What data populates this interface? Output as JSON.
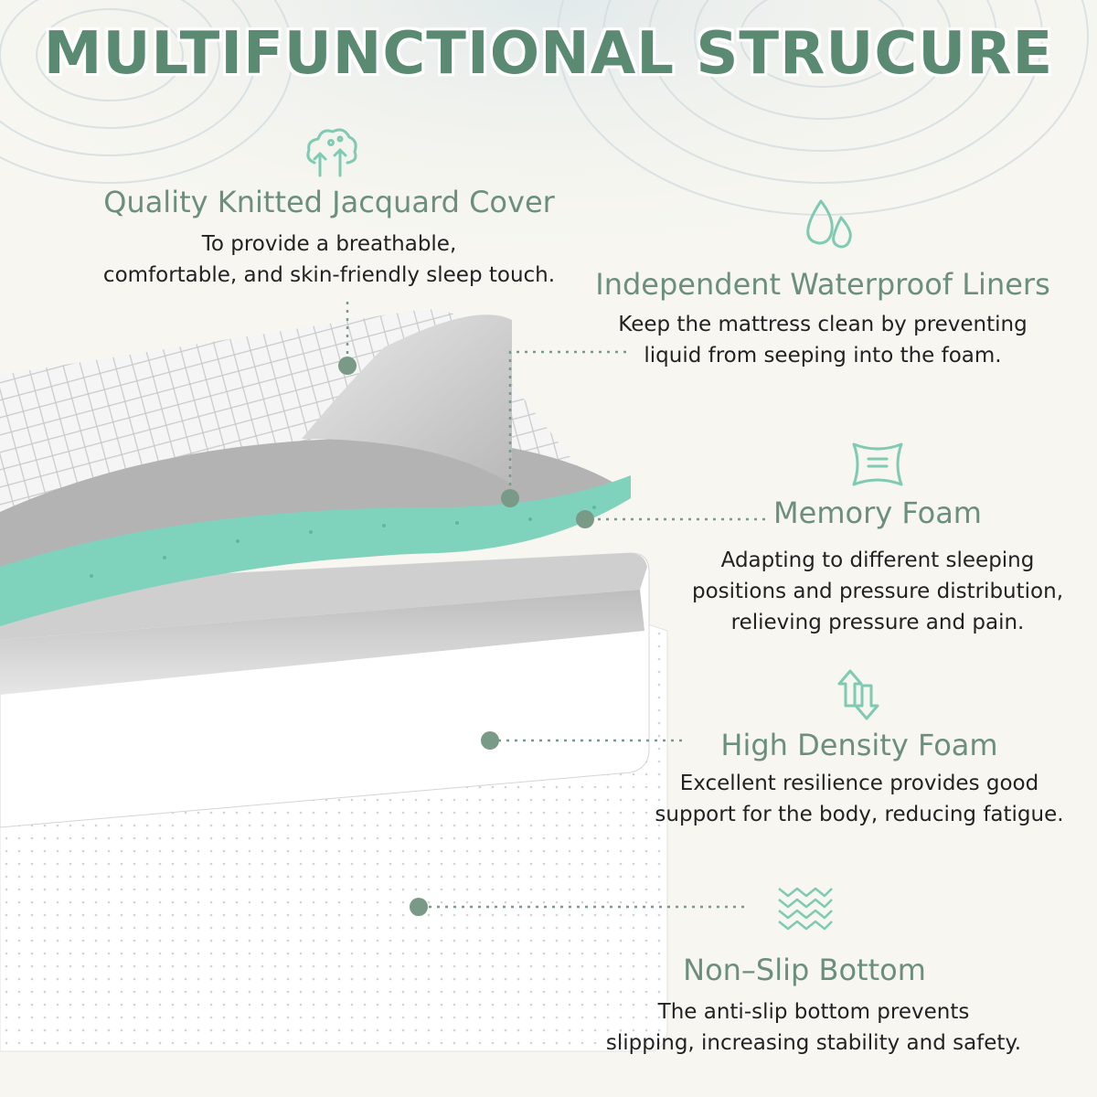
{
  "title": "MULTIFUNCTIONAL STRUCURE",
  "colors": {
    "accent": "#5a8a72",
    "feature_title": "#6c8f7d",
    "foam_green": "#7fd3bd",
    "dot": "#7a9a88",
    "icon": "#7fcab3"
  },
  "features": [
    {
      "icon": "cotton-tree-icon",
      "title": "Quality Knitted Jacquard Cover",
      "lines": [
        "To provide a breathable,",
        "comfortable, and skin-friendly sleep touch."
      ]
    },
    {
      "icon": "water-drops-icon",
      "title": "Independent Waterproof Liners",
      "lines": [
        "Keep the mattress clean by preventing",
        "liquid from seeping into the foam."
      ]
    },
    {
      "icon": "pillow-icon",
      "title": "Memory Foam",
      "lines": [
        "Adapting to different sleeping",
        "positions and pressure distribution,",
        "relieving pressure  and pain."
      ]
    },
    {
      "icon": "up-down-arrows-icon",
      "title": "High Density Foam",
      "lines": [
        "Excellent resilience provides good",
        "support for the body, reducing fatigue."
      ]
    },
    {
      "icon": "zigzag-texture-icon",
      "title": "Non–Slip Bottom",
      "lines": [
        "The anti-slip bottom prevents",
        "slipping, increasing stability and safety."
      ]
    }
  ]
}
